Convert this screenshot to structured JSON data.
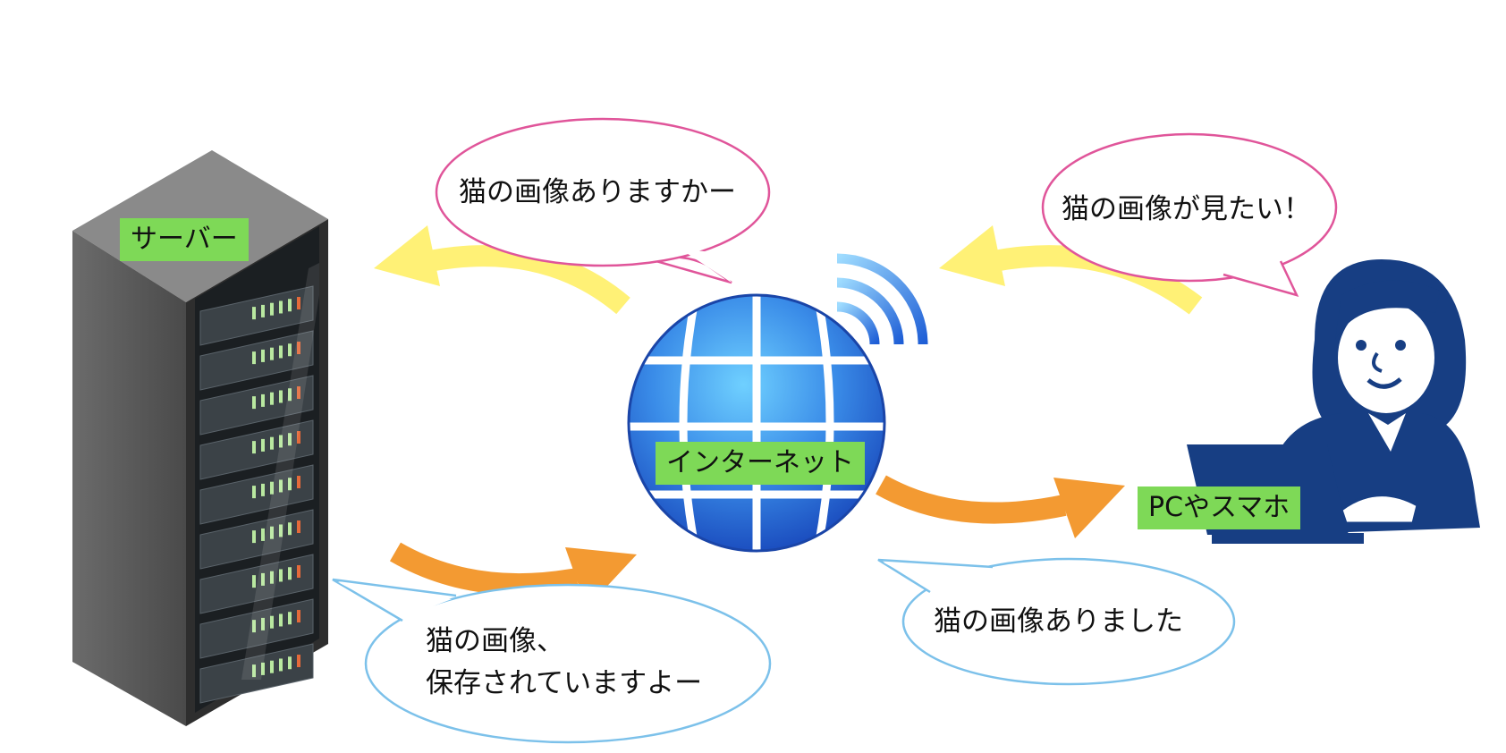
{
  "labels": {
    "server": "サーバー",
    "internet": "インターネット",
    "client": "PCやスマホ"
  },
  "bubbles": {
    "request_internet": "猫の画像ありますかー",
    "request_user": "猫の画像が見たい！",
    "response_server_line1": "猫の画像、",
    "response_server_line2": "保存されていますよー",
    "response_internet": "猫の画像ありました"
  },
  "colors": {
    "label_bg": "#7ed957",
    "request_arrow": "#fff176",
    "response_arrow": "#f39a32",
    "request_bubble_stroke": "#e0559a",
    "response_bubble_stroke": "#7cc1ea",
    "person": "#173e83",
    "globe": "#2f78e4"
  },
  "icons": [
    "server-rack-icon",
    "globe-icon",
    "wifi-signal-icon",
    "person-with-laptop-icon"
  ]
}
